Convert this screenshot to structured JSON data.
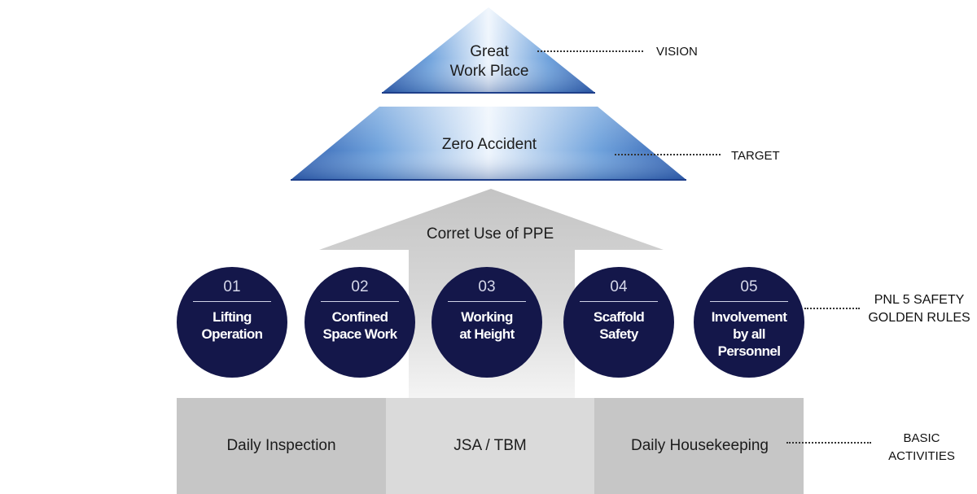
{
  "vision": {
    "text_line1": "Great",
    "text_line2": "Work Place",
    "label": "VISION"
  },
  "target": {
    "text": "Zero Accident",
    "label": "TARGET"
  },
  "arrow": {
    "text": "Corret Use of PPE"
  },
  "golden_rules": {
    "label_line1": "PNL 5 SAFETY",
    "label_line2": "GOLDEN RULES",
    "items": [
      {
        "num": "01",
        "text": "Lifting\nOperation"
      },
      {
        "num": "02",
        "text": "Confined\nSpace Work"
      },
      {
        "num": "03",
        "text": "Working\nat Height"
      },
      {
        "num": "04",
        "text": "Scaffold\nSafety"
      },
      {
        "num": "05",
        "text": "Involvement\nby all\nPersonnel"
      }
    ]
  },
  "basic_activities": {
    "label_line1": "BASIC",
    "label_line2": "ACTIVITIES",
    "items": [
      "Daily Inspection",
      "JSA / TBM",
      "Daily Housekeeping"
    ]
  },
  "colors": {
    "circle": "#14174a",
    "block_dark": "#c6c6c6",
    "block_light": "#dadada",
    "arrow": "#c8c8c8"
  }
}
